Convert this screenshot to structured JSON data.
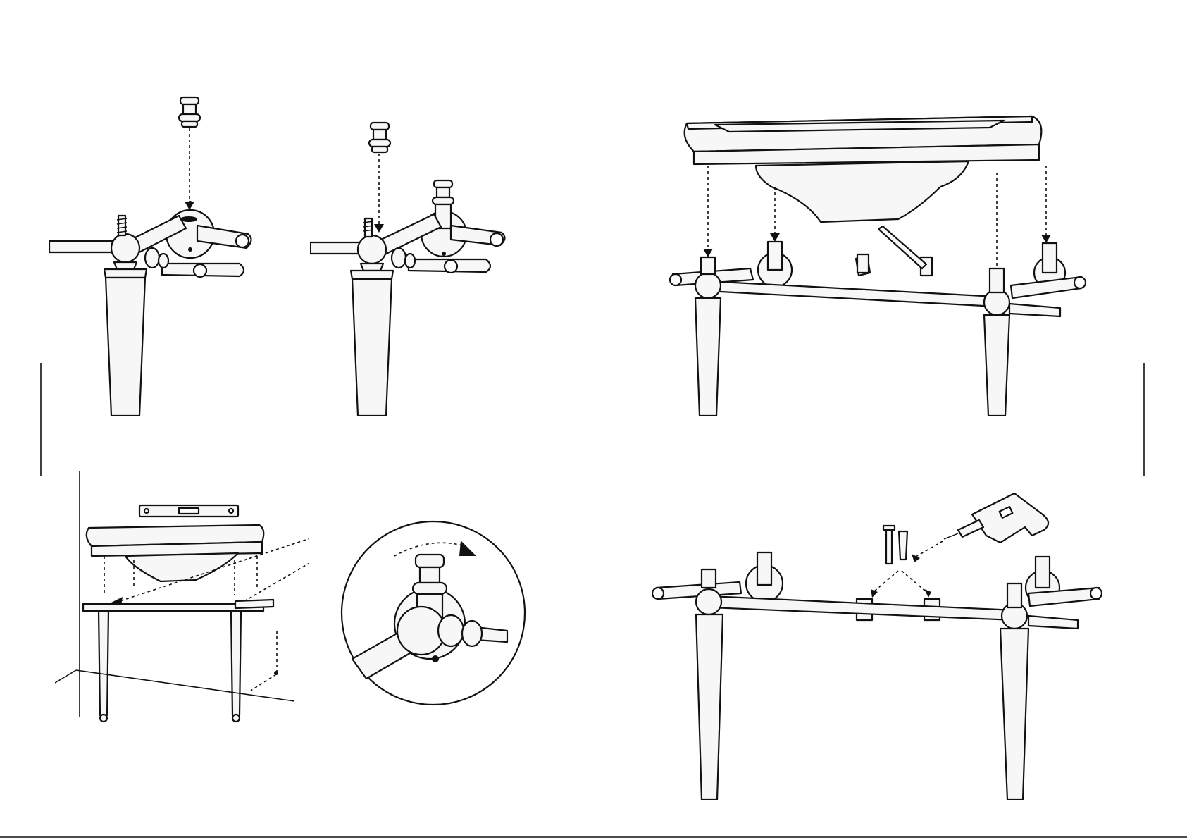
{
  "figure": {
    "panels": [
      "step-insert-cap-left",
      "step-cap-on-stud",
      "step-lower-basin",
      "step-level-basin-on-wall",
      "step-rotate-fitting-detail",
      "step-drill-and-anchor"
    ],
    "icons": [
      "spirit-level-icon",
      "electric-drill-icon",
      "pencil-icon",
      "screw-icon",
      "wall-plug-icon",
      "mounting-bracket-icon",
      "rotate-arrow-icon"
    ],
    "colors": {
      "line": "#111111",
      "fill": "#f7f7f7",
      "background": "#ffffff"
    }
  }
}
